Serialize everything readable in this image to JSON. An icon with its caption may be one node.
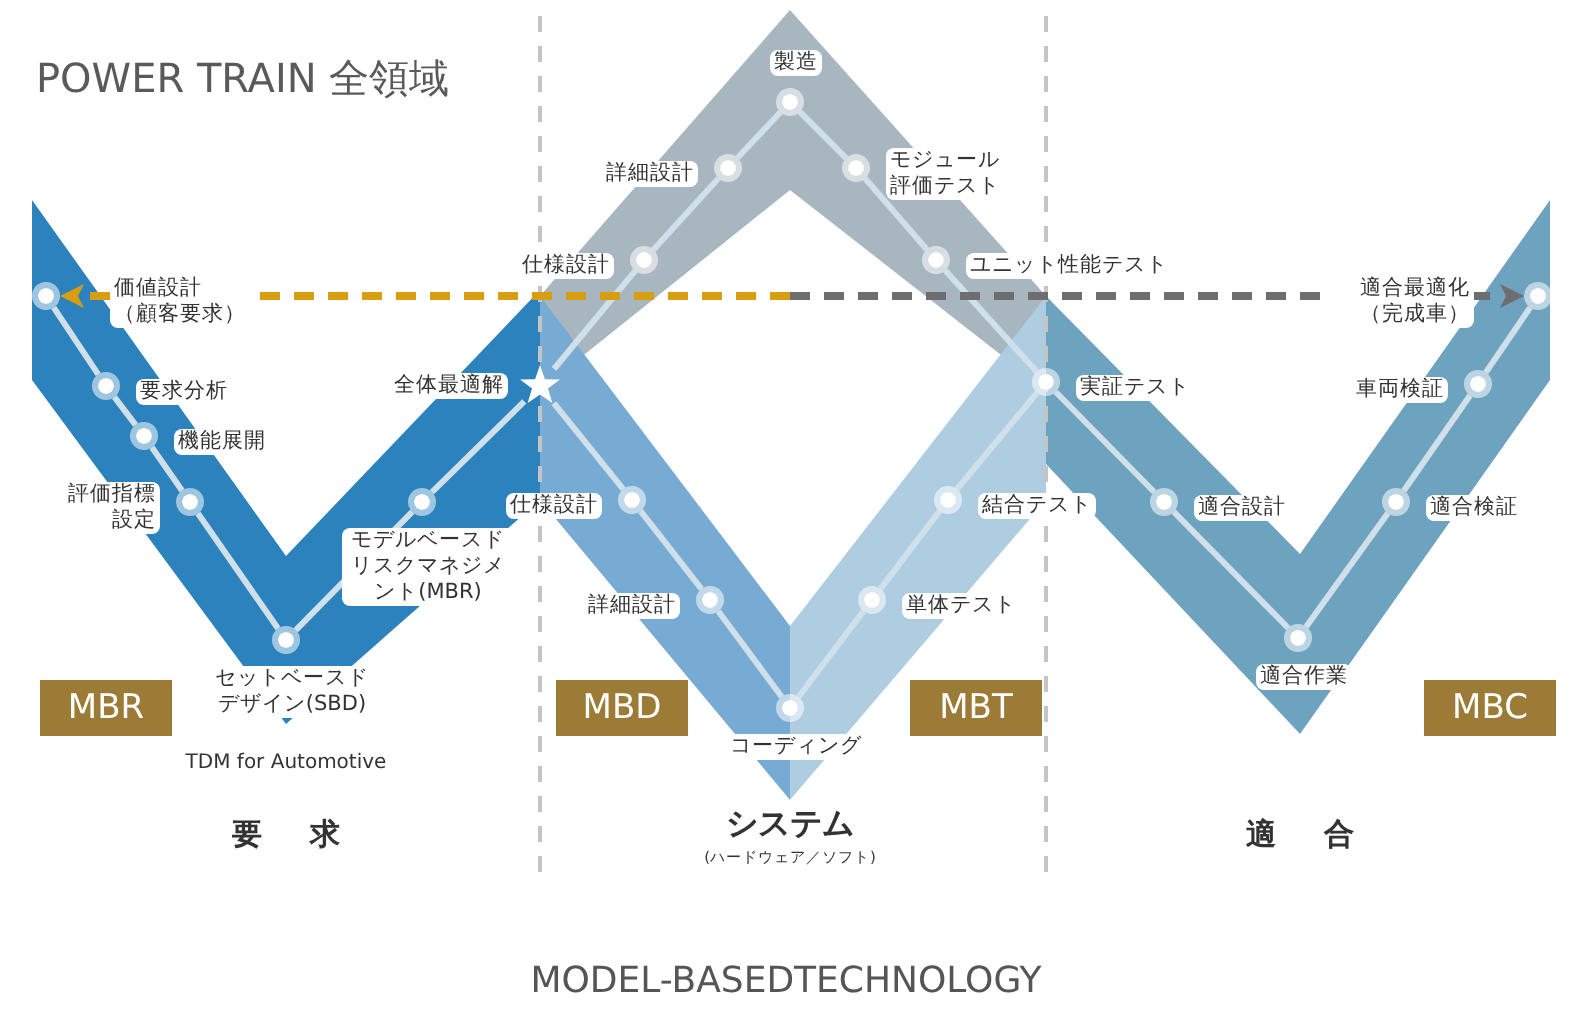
{
  "diagram": {
    "title": "POWER TRAIN 全領域",
    "caption": "MODEL-BASEDTECHNOLOGY",
    "nodes": [
      {
        "text": [
          "価値設計（顧客要求）"
        ]
      },
      {
        "text": [
          "要求分析"
        ]
      },
      {
        "text": [
          "機能展開"
        ]
      },
      {
        "text": [
          "評価指標設定"
        ]
      },
      {
        "text": [
          "セットベースドデザイン(SBD)"
        ]
      },
      {
        "text": [
          "モデルベースドリスクマネジメント(MBR)"
        ]
      },
      {
        "text": [
          "全体最適解"
        ]
      },
      {
        "text": [
          "仕様設計"
        ]
      },
      {
        "text": [
          "詳細設計"
        ]
      },
      {
        "text": [
          "製造"
        ]
      },
      {
        "text": [
          "モジュール評価テスト"
        ]
      },
      {
        "text": [
          "ユニット性能テスト"
        ]
      },
      {
        "text": [
          "実証テスト"
        ]
      },
      {
        "text": [
          "適合設計"
        ]
      },
      {
        "text": [
          "適合作業"
        ]
      },
      {
        "text": [
          "適合検証"
        ]
      },
      {
        "text": [
          "車両検証"
        ]
      },
      {
        "text": [
          "適合最適化（完成車）"
        ]
      },
      {
        "text": [
          "仕様設計"
        ]
      },
      {
        "text": [
          "詳細設計"
        ]
      },
      {
        "text": [
          "コーディング"
        ]
      },
      {
        "text": [
          "単体テスト"
        ]
      },
      {
        "text": [
          "結合テスト"
        ]
      },
      {
        "text": [
          "MBR"
        ]
      },
      {
        "text": [
          "MBD"
        ]
      },
      {
        "text": [
          "MBT"
        ]
      },
      {
        "text": [
          "MBC"
        ]
      }
    ],
    "edges": [
      {
        "from": 0,
        "to": 1,
        "arrow": "none"
      },
      {
        "from": 1,
        "to": 2,
        "arrow": "none"
      },
      {
        "from": 2,
        "to": 3,
        "arrow": "none"
      },
      {
        "from": 3,
        "to": 4,
        "arrow": "none"
      },
      {
        "from": 4,
        "to": 5,
        "arrow": "none"
      },
      {
        "from": 5,
        "to": 6,
        "arrow": "none"
      },
      {
        "from": 6,
        "to": 7,
        "arrow": "none"
      },
      {
        "from": 7,
        "to": 8,
        "arrow": "none"
      },
      {
        "from": 8,
        "to": 9,
        "arrow": "none"
      },
      {
        "from": 9,
        "to": 10,
        "arrow": "none"
      },
      {
        "from": 10,
        "to": 11,
        "arrow": "none"
      },
      {
        "from": 11,
        "to": 12,
        "arrow": "none"
      },
      {
        "from": 6,
        "to": 18,
        "arrow": "none"
      },
      {
        "from": 18,
        "to": 19,
        "arrow": "none"
      },
      {
        "from": 19,
        "to": 20,
        "arrow": "none"
      },
      {
        "from": 20,
        "to": 21,
        "arrow": "none"
      },
      {
        "from": 21,
        "to": 22,
        "arrow": "none"
      },
      {
        "from": 22,
        "to": 12,
        "arrow": "none"
      },
      {
        "from": 12,
        "to": 13,
        "arrow": "none"
      },
      {
        "from": 13,
        "to": 14,
        "arrow": "none"
      },
      {
        "from": 14,
        "to": 15,
        "arrow": "none"
      },
      {
        "from": 15,
        "to": 16,
        "arrow": "none"
      },
      {
        "from": 16,
        "to": 17,
        "arrow": "none"
      },
      {
        "from": null,
        "to": 0,
        "arrow": "to",
        "style": "dashed",
        "color": "#d89e12"
      },
      {
        "from": null,
        "to": 17,
        "arrow": "to",
        "style": "dashed",
        "color": "#6e6e70"
      }
    ],
    "labels": [
      "TDM for Automotive",
      "要求",
      "システム",
      "(ハードウェア／ソフト)",
      "適合"
    ]
  }
}
